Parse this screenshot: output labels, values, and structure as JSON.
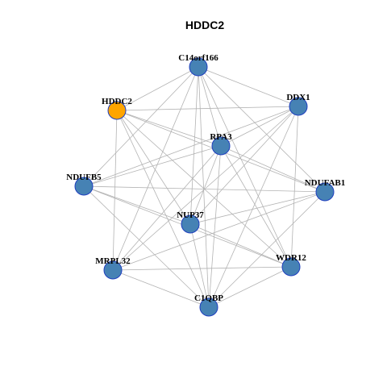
{
  "title": "HDDC2",
  "colors": {
    "default_node": "#4682b4",
    "highlight_node": "#ffa500",
    "node_border": "#1f3fbf",
    "edge": "#b3b3b3"
  },
  "nodes": [
    {
      "id": "C14orf166",
      "label": "C14orf166",
      "highlight": false
    },
    {
      "id": "HDDC2",
      "label": "HDDC2",
      "highlight": true
    },
    {
      "id": "DDX1",
      "label": "DDX1",
      "highlight": false
    },
    {
      "id": "RPA3",
      "label": "RPA3",
      "highlight": false
    },
    {
      "id": "NDUFB5",
      "label": "NDUFB5",
      "highlight": false
    },
    {
      "id": "NDUFAB1",
      "label": "NDUFAB1",
      "highlight": false
    },
    {
      "id": "NUP37",
      "label": "NUP37",
      "highlight": false
    },
    {
      "id": "MRPL32",
      "label": "MRPL32",
      "highlight": false
    },
    {
      "id": "WDR12",
      "label": "WDR12",
      "highlight": false
    },
    {
      "id": "C1QBP",
      "label": "C1QBP",
      "highlight": false
    }
  ],
  "edges": [
    [
      "C14orf166",
      "HDDC2"
    ],
    [
      "C14orf166",
      "DDX1"
    ],
    [
      "C14orf166",
      "RPA3"
    ],
    [
      "C14orf166",
      "NDUFB5"
    ],
    [
      "C14orf166",
      "NDUFAB1"
    ],
    [
      "C14orf166",
      "NUP37"
    ],
    [
      "C14orf166",
      "MRPL32"
    ],
    [
      "C14orf166",
      "WDR12"
    ],
    [
      "C14orf166",
      "C1QBP"
    ],
    [
      "HDDC2",
      "DDX1"
    ],
    [
      "HDDC2",
      "RPA3"
    ],
    [
      "HDDC2",
      "NDUFAB1"
    ],
    [
      "HDDC2",
      "NUP37"
    ],
    [
      "HDDC2",
      "MRPL32"
    ],
    [
      "HDDC2",
      "WDR12"
    ],
    [
      "HDDC2",
      "C1QBP"
    ],
    [
      "DDX1",
      "RPA3"
    ],
    [
      "DDX1",
      "NDUFB5"
    ],
    [
      "DDX1",
      "NUP37"
    ],
    [
      "DDX1",
      "MRPL32"
    ],
    [
      "DDX1",
      "WDR12"
    ],
    [
      "DDX1",
      "C1QBP"
    ],
    [
      "RPA3",
      "NDUFB5"
    ],
    [
      "RPA3",
      "NDUFAB1"
    ],
    [
      "RPA3",
      "NUP37"
    ],
    [
      "RPA3",
      "MRPL32"
    ],
    [
      "RPA3",
      "WDR12"
    ],
    [
      "RPA3",
      "C1QBP"
    ],
    [
      "NDUFB5",
      "NDUFAB1"
    ],
    [
      "NDUFB5",
      "NUP37"
    ],
    [
      "NDUFB5",
      "WDR12"
    ],
    [
      "NDUFB5",
      "C1QBP"
    ],
    [
      "NDUFAB1",
      "NUP37"
    ],
    [
      "NDUFAB1",
      "MRPL32"
    ],
    [
      "NDUFAB1",
      "C1QBP"
    ],
    [
      "NUP37",
      "WDR12"
    ],
    [
      "NUP37",
      "C1QBP"
    ],
    [
      "MRPL32",
      "WDR12"
    ],
    [
      "MRPL32",
      "C1QBP"
    ],
    [
      "WDR12",
      "C1QBP"
    ]
  ]
}
